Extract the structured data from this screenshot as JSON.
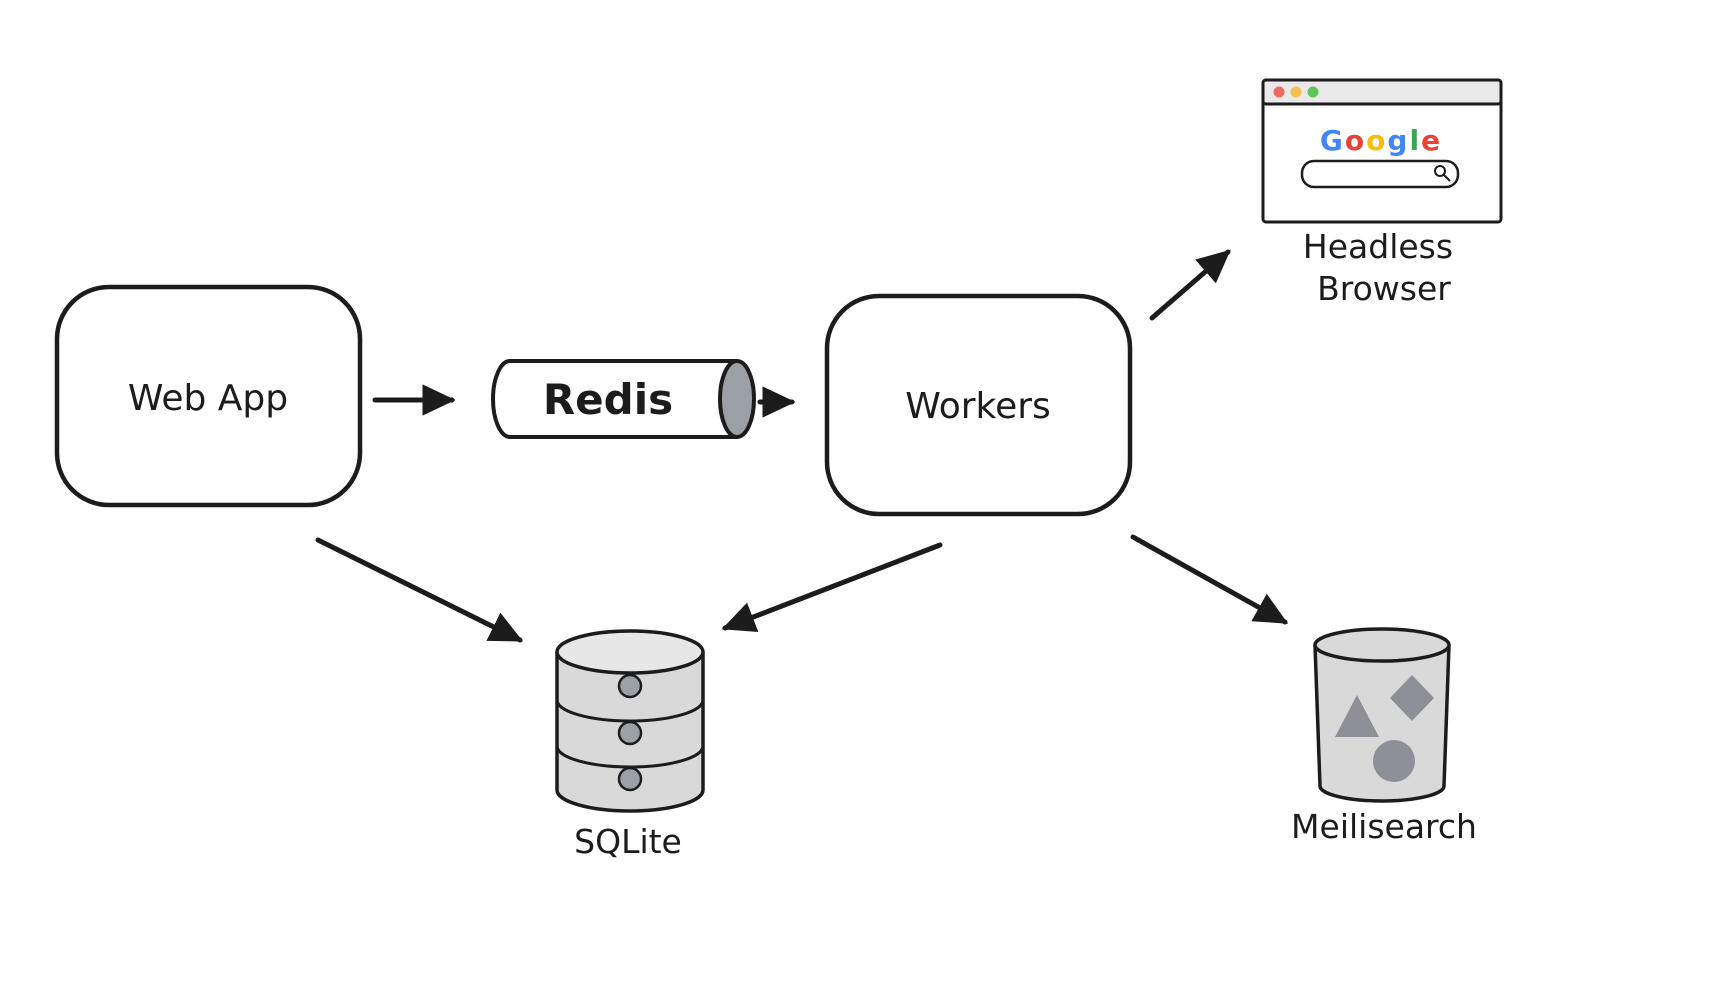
{
  "nodes": {
    "web_app": {
      "label": "Web App"
    },
    "redis": {
      "label": "Redis"
    },
    "workers": {
      "label": "Workers"
    },
    "headless_browser": {
      "label_line1": "Headless",
      "label_line2": "Browser"
    },
    "sqlite": {
      "label": "SQLite"
    },
    "meilisearch": {
      "label": "Meilisearch"
    }
  },
  "browser_window": {
    "logo_word": "Google",
    "logo_letters": [
      {
        "char": "G",
        "color": "#4285F4"
      },
      {
        "char": "o",
        "color": "#EA4335"
      },
      {
        "char": "o",
        "color": "#FBBC05"
      },
      {
        "char": "g",
        "color": "#4285F4"
      },
      {
        "char": "l",
        "color": "#34A853"
      },
      {
        "char": "e",
        "color": "#EA4335"
      }
    ],
    "window_dots": [
      {
        "name": "close",
        "color": "#ED6A5E"
      },
      {
        "name": "minimize",
        "color": "#F4BF4F"
      },
      {
        "name": "maximize",
        "color": "#61C554"
      }
    ],
    "search_icon": "magnifier"
  },
  "connections": [
    {
      "from": "web_app",
      "to": "redis"
    },
    {
      "from": "redis",
      "to": "workers"
    },
    {
      "from": "workers",
      "to": "headless_browser"
    },
    {
      "from": "web_app",
      "to": "sqlite"
    },
    {
      "from": "workers",
      "to": "sqlite"
    },
    {
      "from": "workers",
      "to": "meilisearch"
    }
  ],
  "colors": {
    "stroke": "#1c1c1c",
    "node_fill": "#ffffff",
    "cylinder_cap": "#9aa0a6",
    "db_fill": "#d9d9d9",
    "db_top_fill": "#e7e7e7",
    "inner_shape_fill": "#8d9096",
    "titlebar_fill": "#e9e9e9"
  }
}
